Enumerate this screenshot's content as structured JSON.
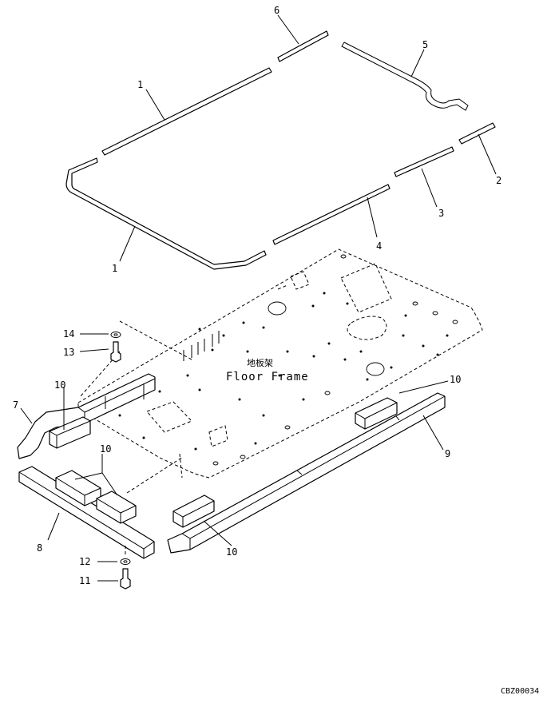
{
  "diagram": {
    "floor_frame_label_cn": "地板架",
    "floor_frame_label_en": "Floor Frame",
    "drawing_code": "CBZ00034",
    "callouts": {
      "c1a": "1",
      "c1b": "1",
      "c2": "2",
      "c3": "3",
      "c4": "4",
      "c5": "5",
      "c6": "6",
      "c7": "7",
      "c8": "8",
      "c9": "9",
      "c10a": "10",
      "c10b": "10",
      "c10c": "10",
      "c10d": "10",
      "c11": "11",
      "c12": "12",
      "c13": "13",
      "c14": "14"
    }
  }
}
